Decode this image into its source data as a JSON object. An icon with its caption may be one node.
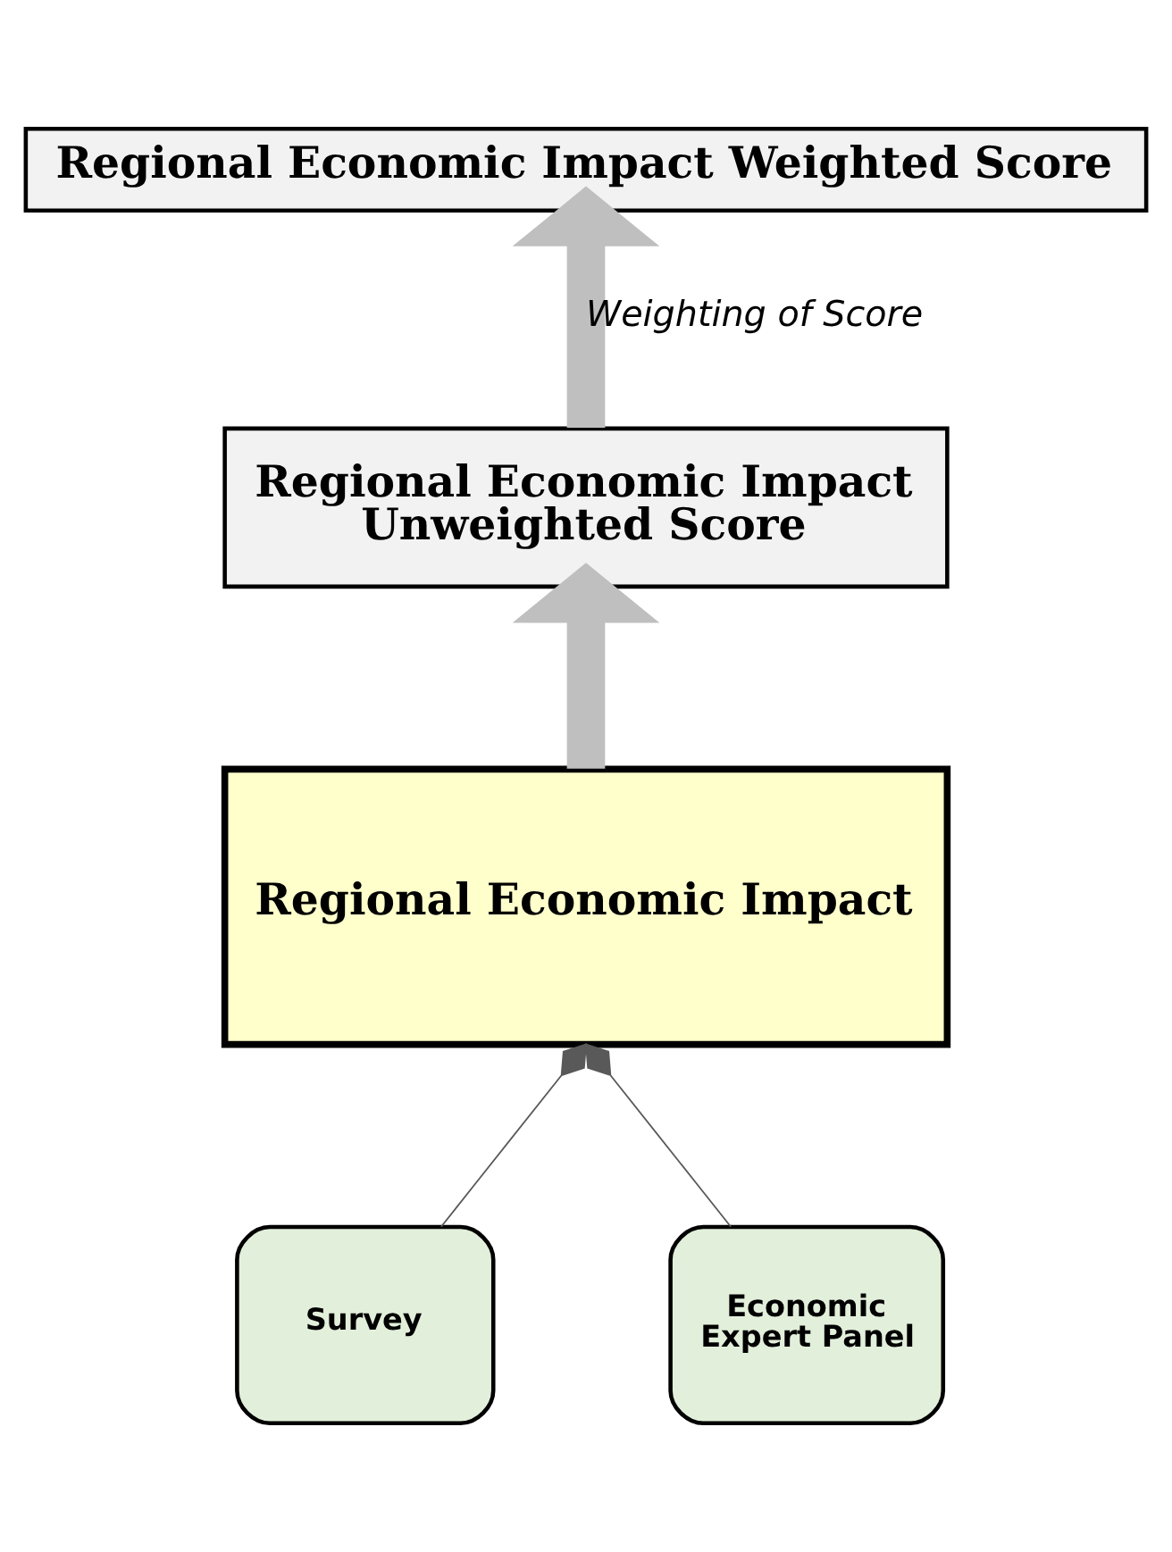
{
  "diagram": {
    "nodes": [
      {
        "text": [
          "Regional Economic Impact Weighted Score"
        ]
      },
      {
        "text": [
          "Regional Economic Impact Unweighted Score"
        ]
      },
      {
        "text": [
          "Regional Economic Impact"
        ]
      },
      {
        "text": [
          "Survey"
        ]
      },
      {
        "text": [
          "Economic Expert Panel"
        ]
      }
    ],
    "edges": [
      {
        "from": 1,
        "to": 0,
        "arrow": "to",
        "label": "Weighting of Score",
        "style": "thick",
        "color": "#bfbfbf"
      },
      {
        "from": 2,
        "to": 1,
        "arrow": "to",
        "style": "thick",
        "color": "#bfbfbf"
      },
      {
        "from": 3,
        "to": 2,
        "arrow": "other",
        "color": "#595959"
      },
      {
        "from": 4,
        "to": 2,
        "arrow": "other",
        "color": "#595959"
      }
    ]
  }
}
